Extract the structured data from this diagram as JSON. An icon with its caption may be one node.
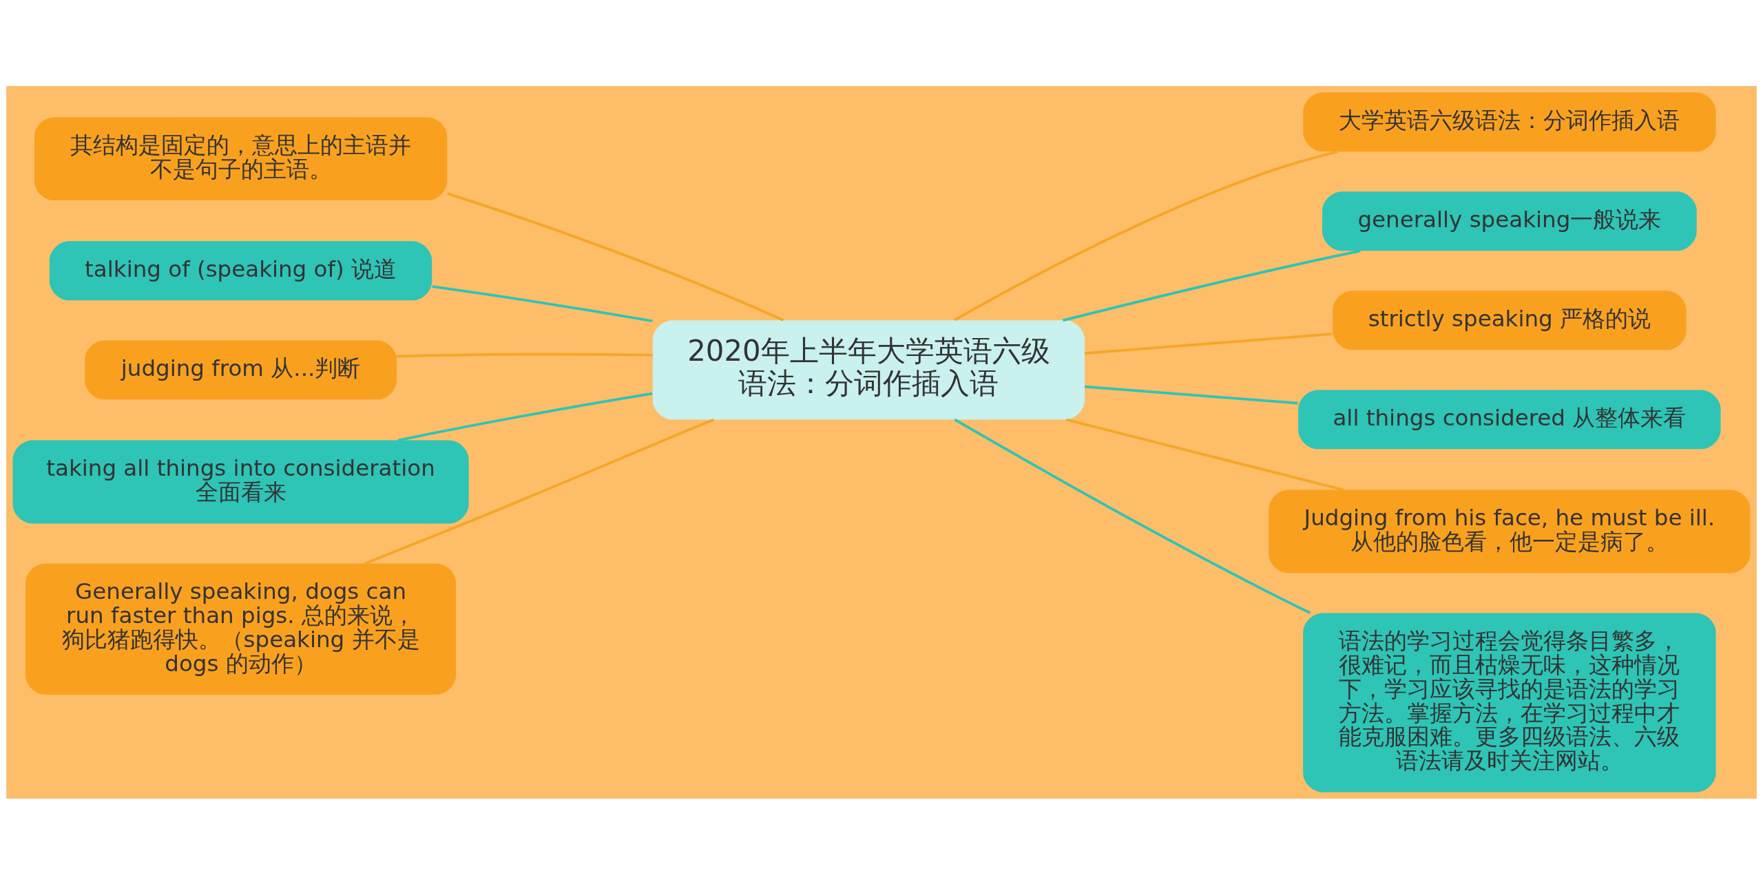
{
  "diagram": {
    "nodes": [
      {
        "text": [
          "2020年上半年大学英语六级语法：分词作插入语"
        ]
      },
      {
        "text": [
          "其结构是固定的，意思上的主语并不是句子的主语。"
        ]
      },
      {
        "text": [
          "talking of (speaking of) 说道"
        ]
      },
      {
        "text": [
          "judging from 从...判断"
        ]
      },
      {
        "text": [
          "taking all things into consideration全面看来"
        ]
      },
      {
        "text": [
          "Generally speaking, dogs can run faster than pigs. 总的来说，狗比猪跑得快。（speaking 并不是 dogs 的动作）"
        ]
      },
      {
        "text": [
          "大学英语六级语法：分词作插入语"
        ]
      },
      {
        "text": [
          "generally speaking一般说来"
        ]
      },
      {
        "text": [
          "strictly speaking 严格的说"
        ]
      },
      {
        "text": [
          "all things considered 从整体来看"
        ]
      },
      {
        "text": [
          "Judging from his face, he must be ill.从他的脸色看，他一定是病了。"
        ]
      },
      {
        "text": [
          "语法的学习过程会觉得条目繁多，很难记，而且枯燥无味，这种情况下，学习应该寻找的是语法的学习方法。掌握方法，在学习过程中才能克服困难。更多四级语法、六级语法请及时关注网站。"
        ]
      }
    ],
    "edges": [
      {
        "from": 0,
        "to": 1,
        "arrow": "none"
      },
      {
        "from": 0,
        "to": 2,
        "arrow": "none",
        "color": "#2ec4b6"
      },
      {
        "from": 0,
        "to": 3,
        "arrow": "none"
      },
      {
        "from": 0,
        "to": 4,
        "arrow": "none",
        "color": "#2ec4b6"
      },
      {
        "from": 0,
        "to": 5,
        "arrow": "none"
      },
      {
        "from": 0,
        "to": 6,
        "arrow": "none"
      },
      {
        "from": 0,
        "to": 7,
        "arrow": "none",
        "color": "#2ec4b6"
      },
      {
        "from": 0,
        "to": 8,
        "arrow": "none"
      },
      {
        "from": 0,
        "to": 9,
        "arrow": "none",
        "color": "#2ec4b6"
      },
      {
        "from": 0,
        "to": 10,
        "arrow": "none"
      },
      {
        "from": 0,
        "to": 11,
        "arrow": "none",
        "color": "#2ec4b6"
      }
    ]
  }
}
